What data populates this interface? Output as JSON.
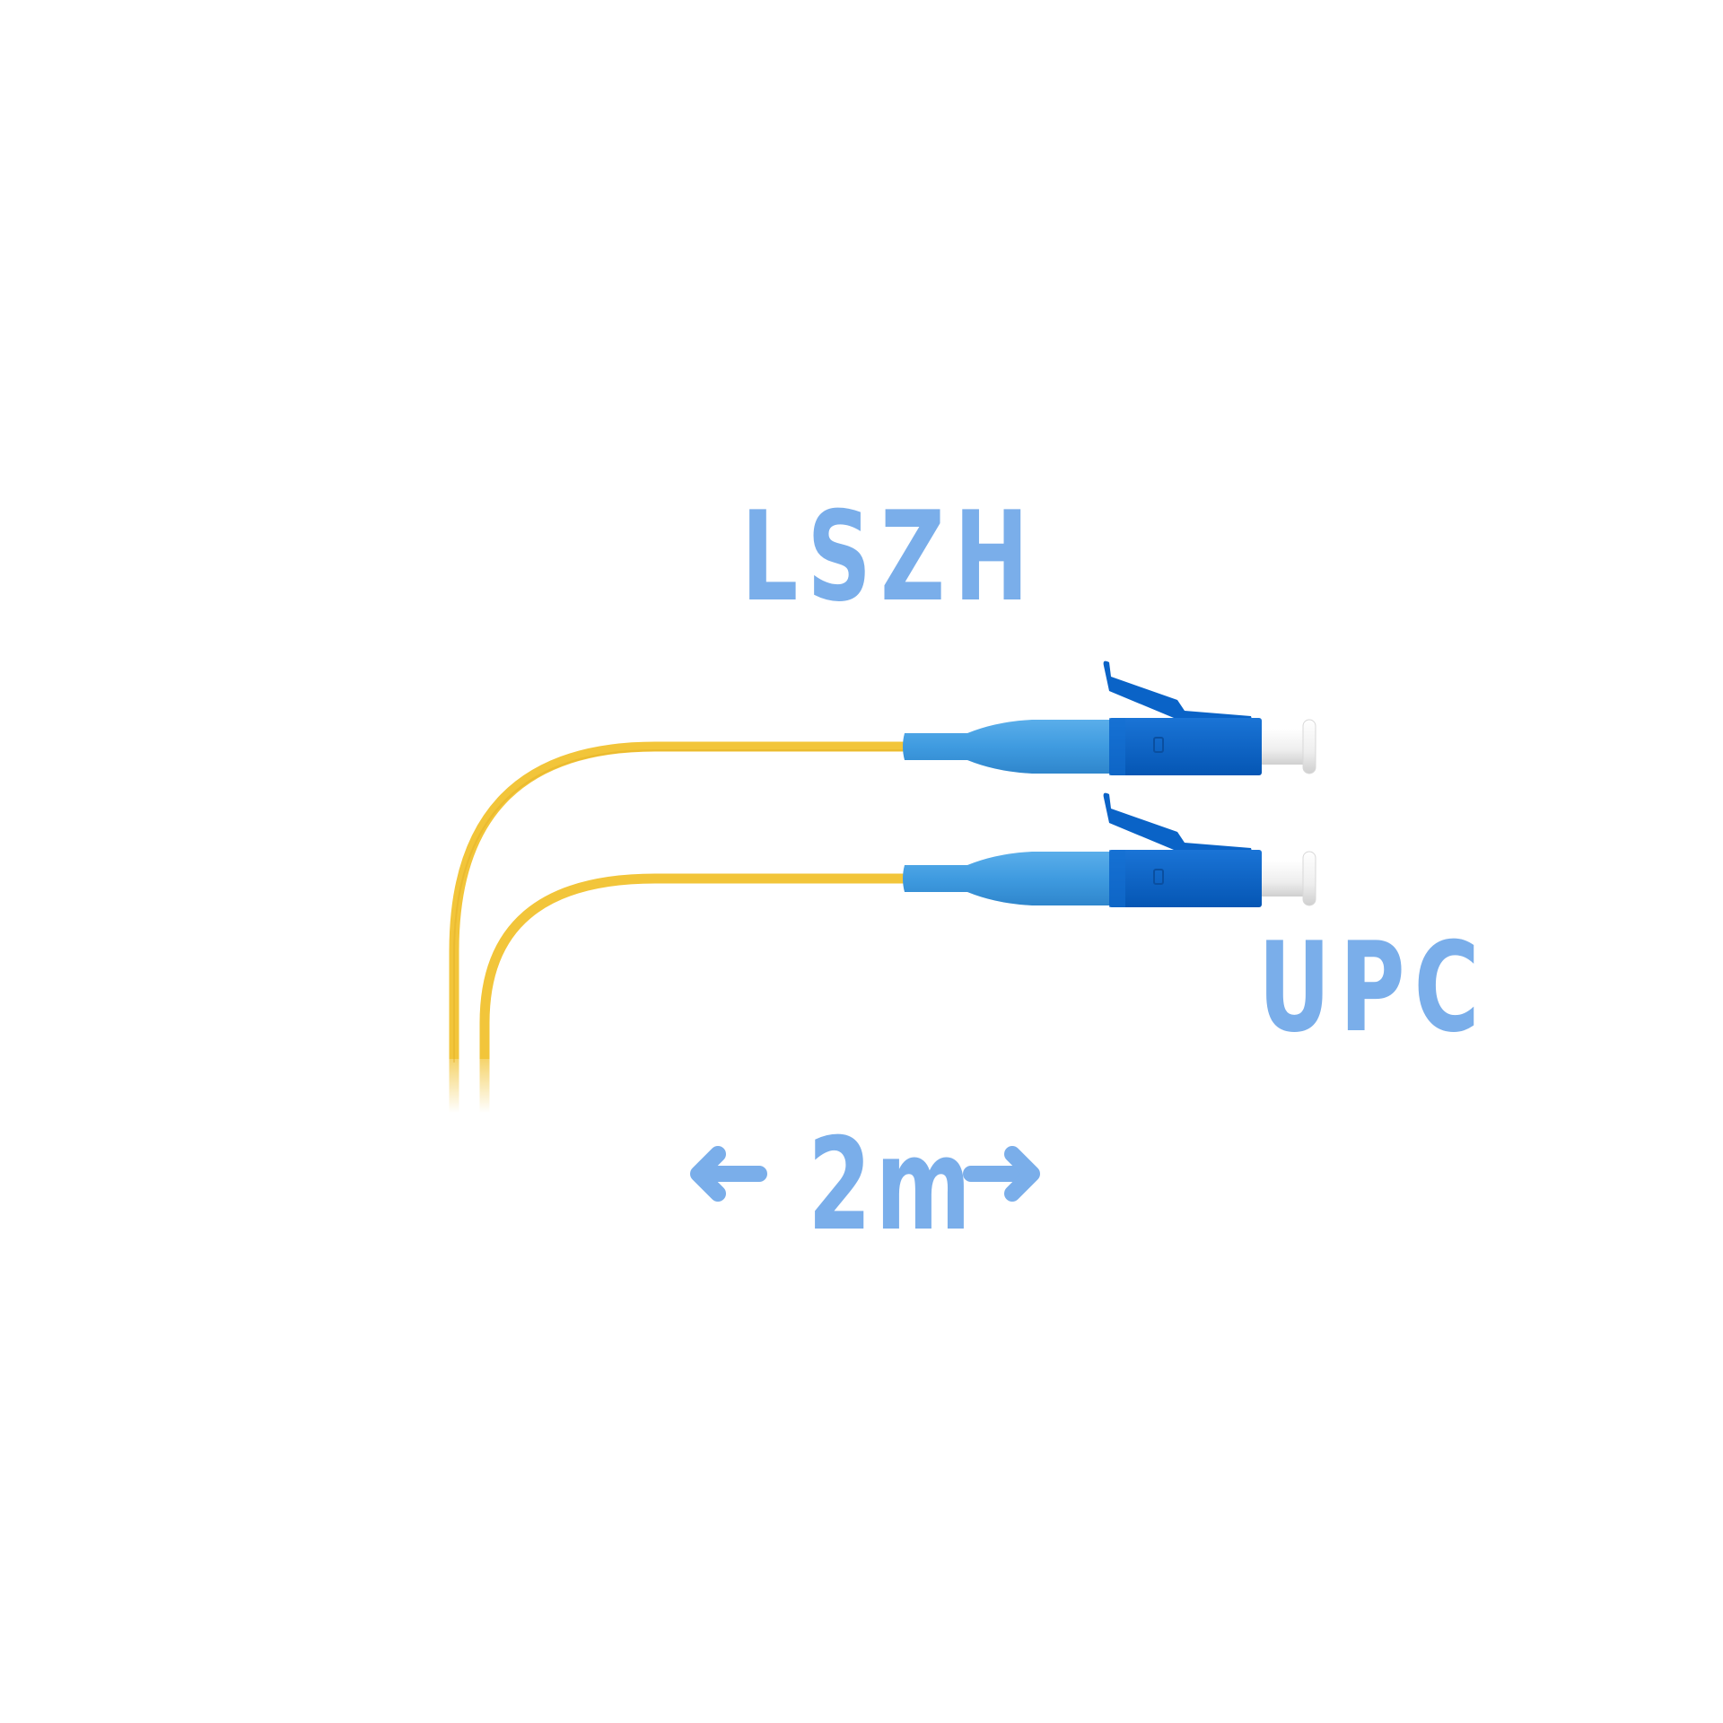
{
  "product": {
    "sheath_label": "LSZH",
    "polish_label": "UPC",
    "length_label": "2m",
    "connector_type": "LC",
    "connector_count": 2
  },
  "colors": {
    "label": "#7aaeea",
    "cable": "#f2c53a",
    "boot": "#3f9be0",
    "housing": "#0a63c7",
    "ferrule": "#eeeeee"
  },
  "icons": {
    "length_left": "arrow-left-icon",
    "length_right": "arrow-right-icon"
  }
}
